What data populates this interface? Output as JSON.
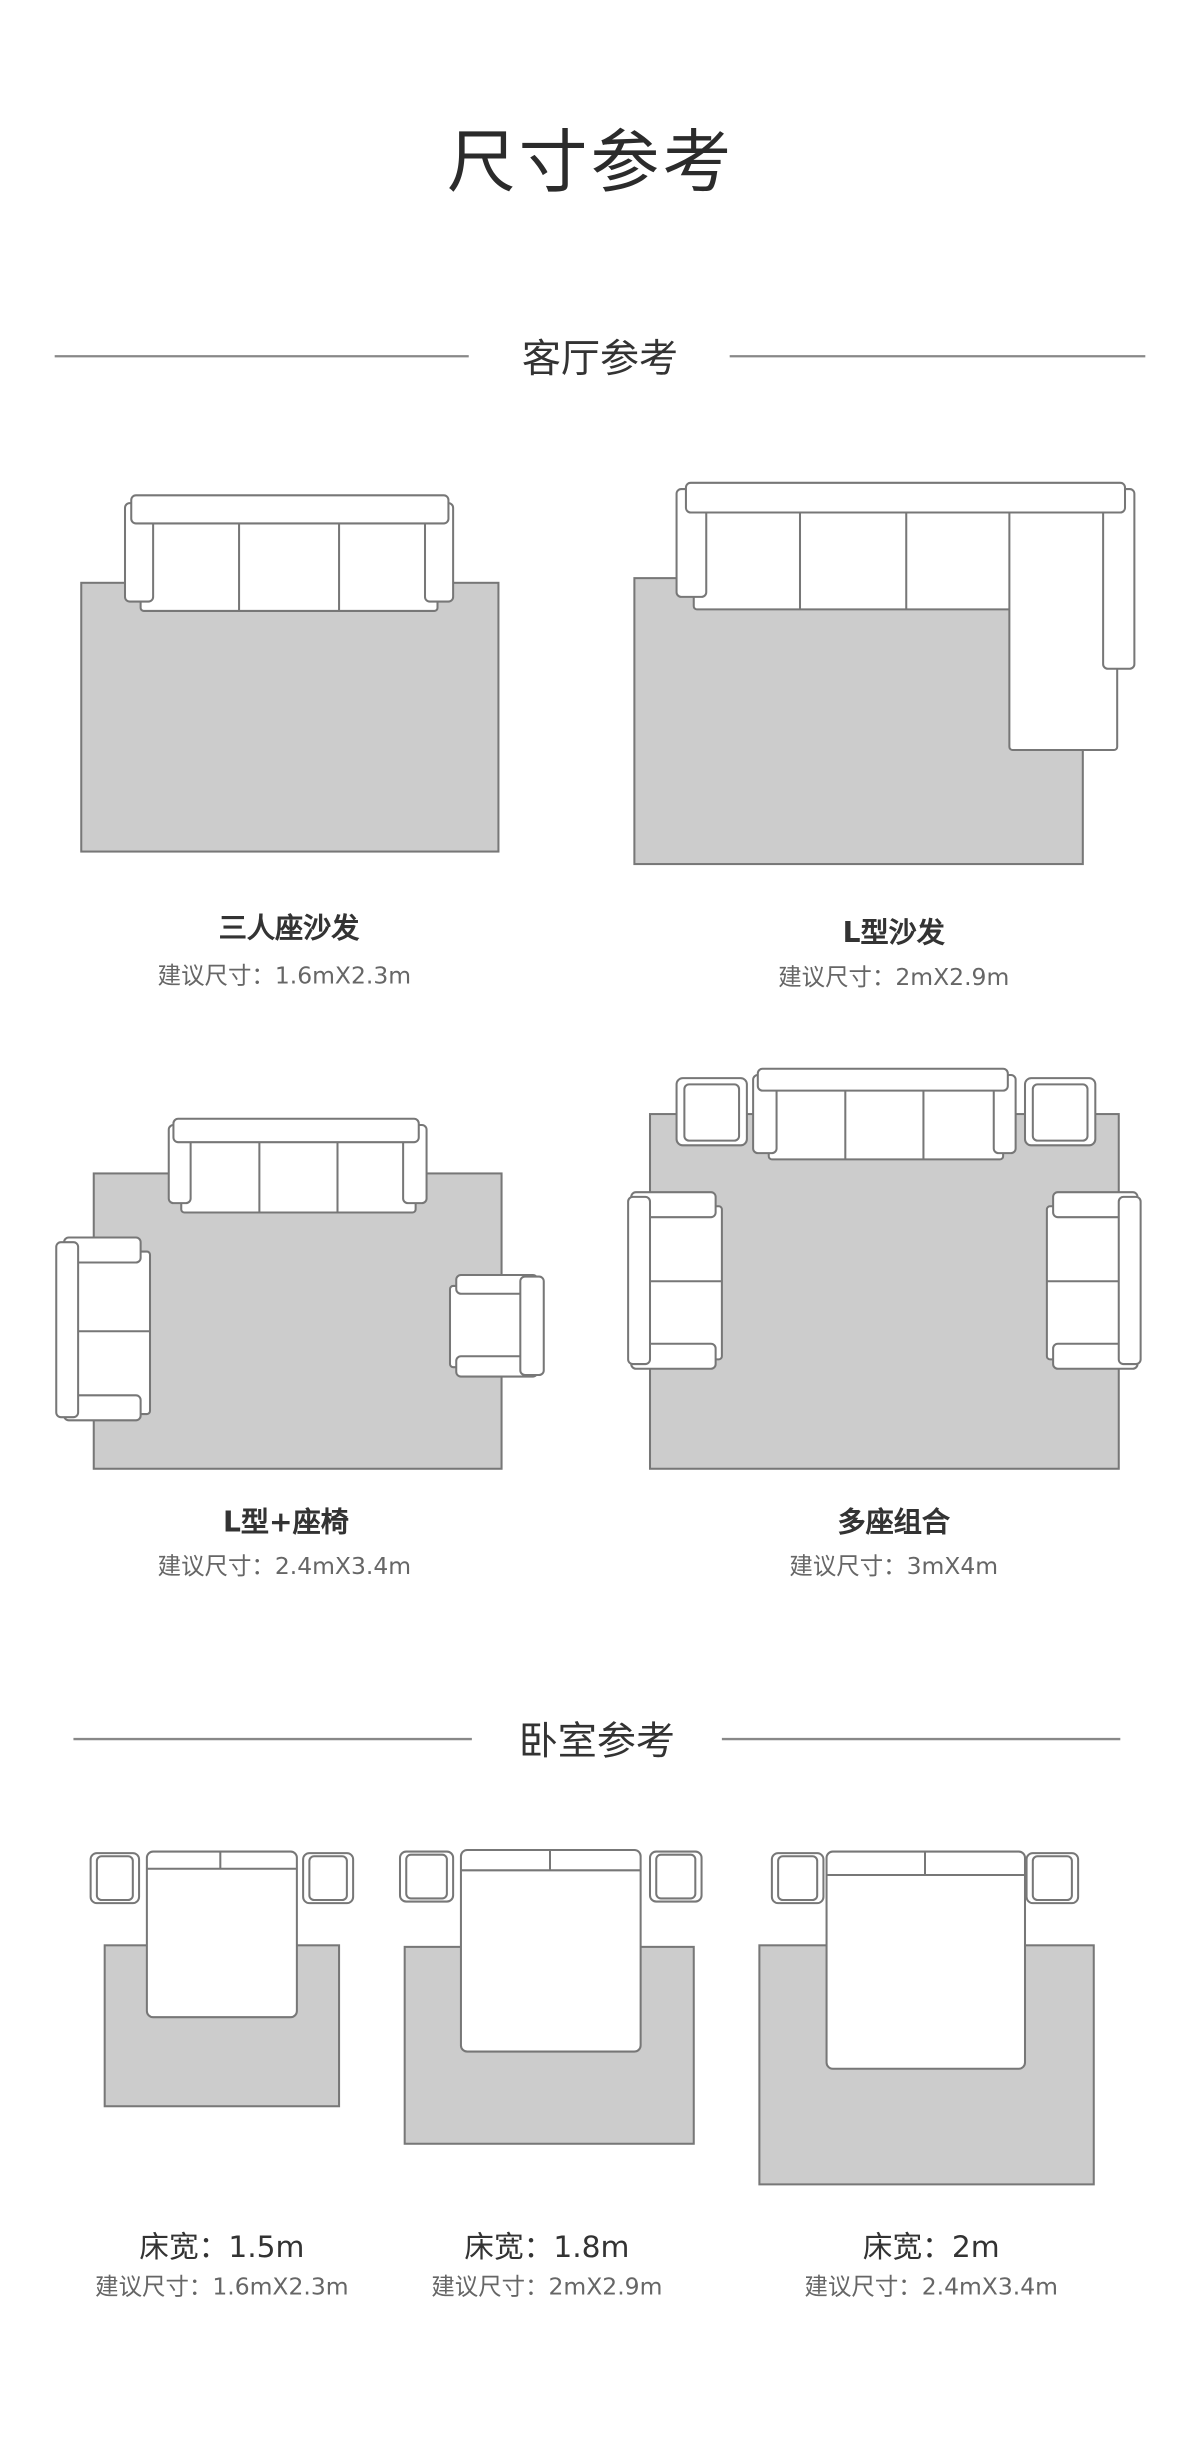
{
  "page_title": "尺寸参考",
  "living_room": {
    "heading": "客厅参考",
    "items": [
      {
        "name": "三人座沙发",
        "size": "建议尺寸：1.6mX2.3m"
      },
      {
        "name": "L型沙发",
        "size": "建议尺寸：2mX2.9m"
      },
      {
        "name": "L型+座椅",
        "size": "建议尺寸：2.4mX3.4m"
      },
      {
        "name": "多座组合",
        "size": "建议尺寸：3mX4m"
      }
    ]
  },
  "bedroom": {
    "heading": "卧室参考",
    "items": [
      {
        "name": "床宽：1.5m",
        "size": "建议尺寸：1.6mX2.3m"
      },
      {
        "name": "床宽：1.8m",
        "size": "建议尺寸：2mX2.9m"
      },
      {
        "name": "床宽：2m",
        "size": "建议尺寸：2.4mX3.4m"
      }
    ]
  },
  "colors": {
    "rug": "#cccccc",
    "outline": "#777777",
    "text": "#333333"
  }
}
